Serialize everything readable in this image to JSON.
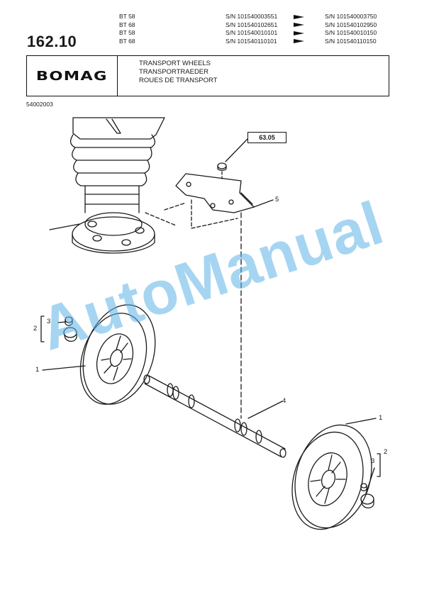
{
  "page_number": "162.10",
  "models": [
    "BT 58",
    "BT 68",
    "BT 58",
    "BT 68"
  ],
  "serials_from": [
    "S/N 101540003551",
    "S/N 101540102651",
    "S/N 101540010101",
    "S/N 101540110101"
  ],
  "serials_to": [
    "S/N 101540003750",
    "S/N 101540102950",
    "S/N 101540010150",
    "S/N 101540110150"
  ],
  "logo": "BOMAG",
  "titles": [
    "TRANSPORT WHEELS",
    "TRANSPORTRAEDER",
    "ROUES DE TRANSPORT"
  ],
  "part_code": "54002003",
  "ref_box": "63.05",
  "callouts": {
    "c5": "5",
    "c4": "4",
    "c1_left": "1",
    "c1_right": "1",
    "c2_left": "2",
    "c3_left": "3",
    "c2_right": "2",
    "c3_right": "3"
  },
  "watermark": "AutoManual"
}
